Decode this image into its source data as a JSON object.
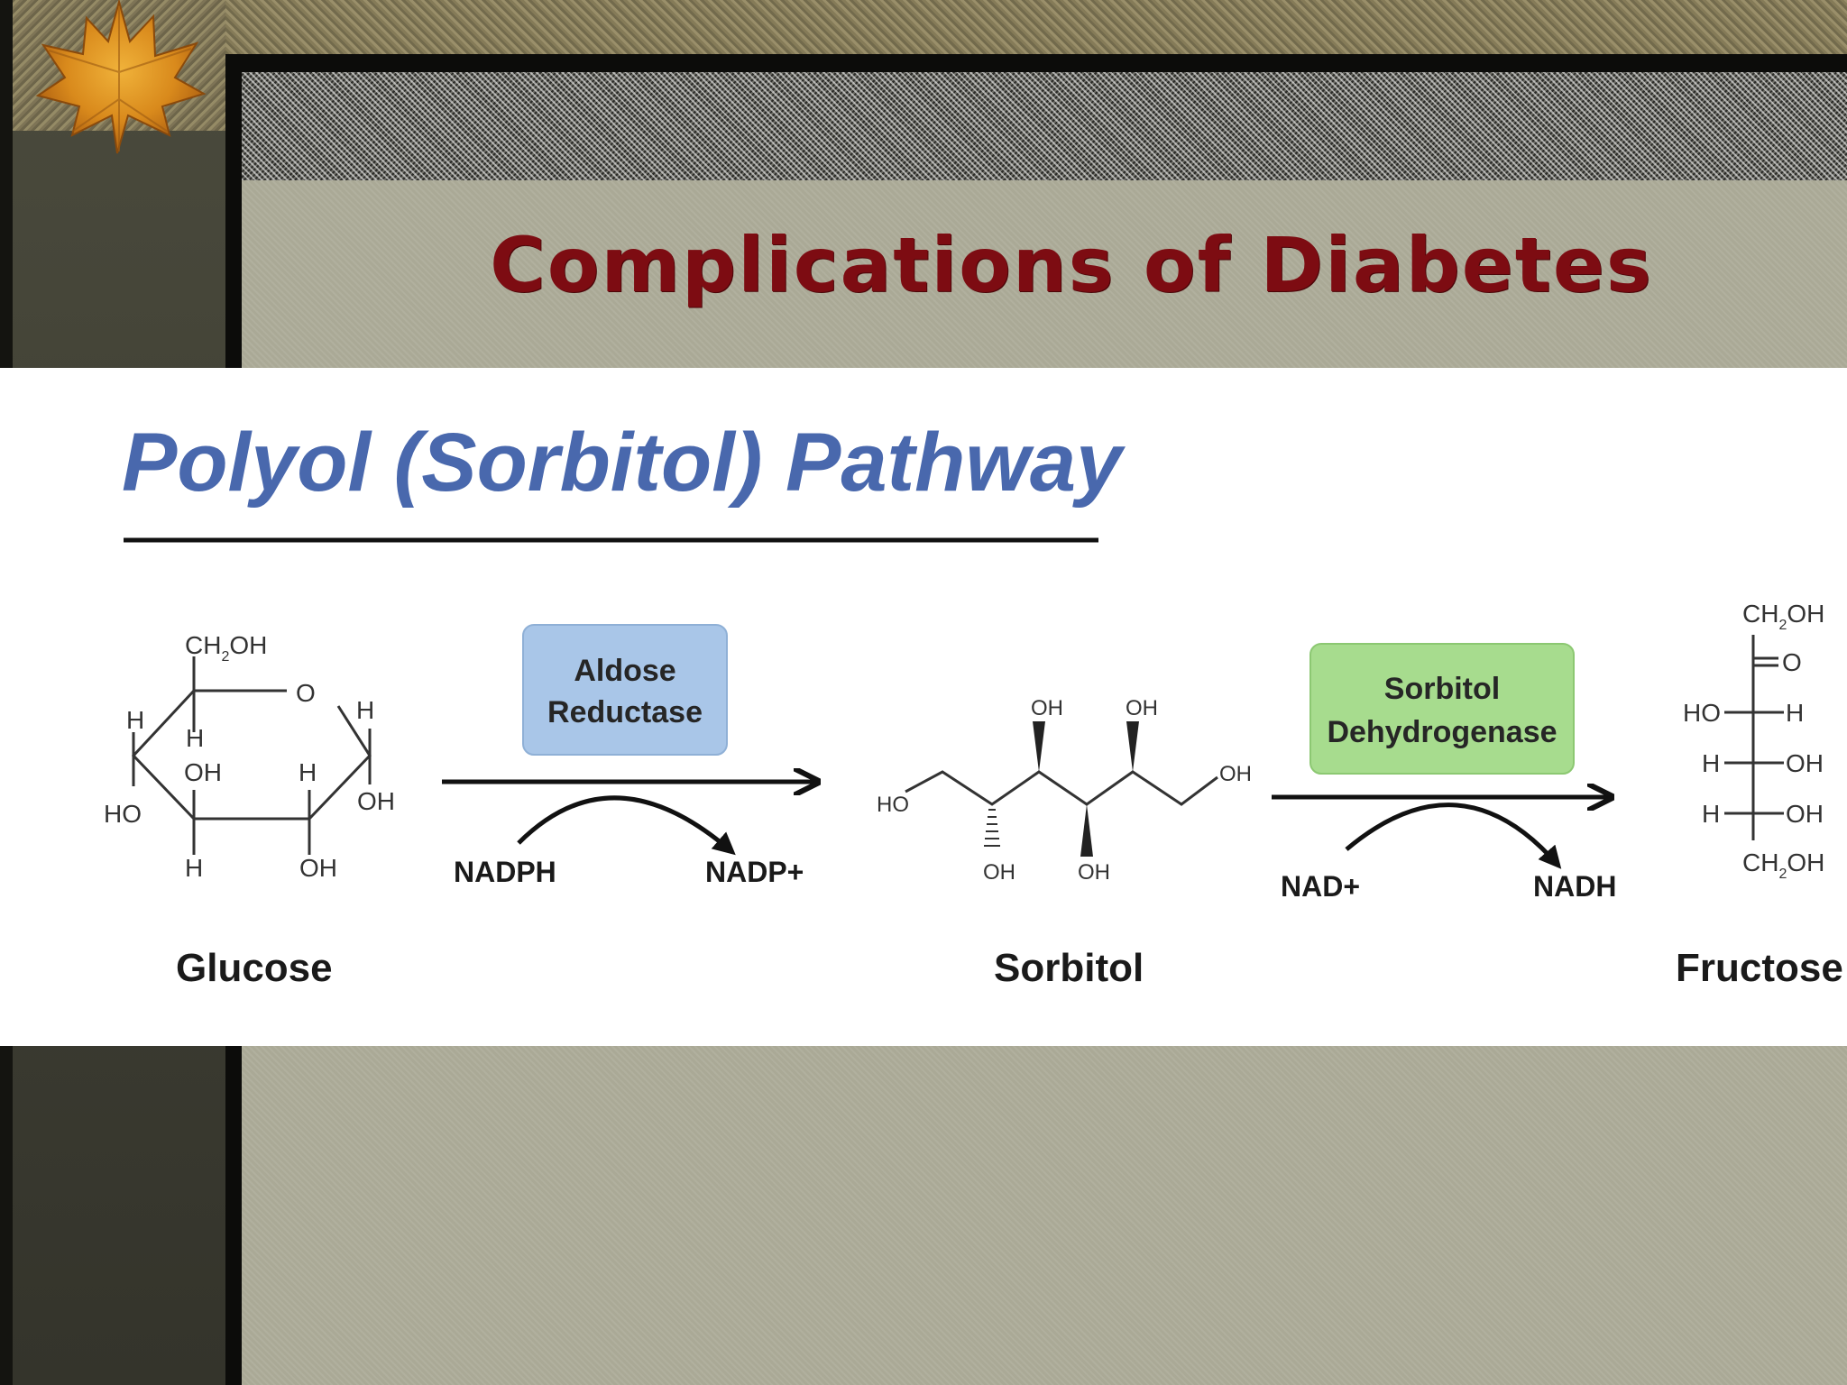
{
  "slide": {
    "title": "Complications of Diabetes",
    "colors": {
      "title": "#7d0c12",
      "pathway_title": "#4968ad",
      "enzyme1_fill": "#a9c6e8",
      "enzyme2_fill": "#a7dc8e"
    },
    "decor": {
      "leaf": "maple-leaf-icon"
    }
  },
  "diagram": {
    "heading": "Polyol (Sorbitol) Pathway",
    "molecules": {
      "glucose": {
        "name": "Glucose",
        "labels": {
          "ch2oh_a": "CH",
          "ch2oh_sub": "2",
          "ch2oh_b": "OH",
          "ring_o": "O",
          "h": "H",
          "oh": "OH",
          "ho": "HO"
        }
      },
      "sorbitol": {
        "name": "Sorbitol",
        "labels": {
          "oh": "OH",
          "ho": "HO"
        }
      },
      "fructose": {
        "name": "Fructose",
        "labels": {
          "ch2oh_a": "CH",
          "ch2oh_sub": "2",
          "ch2oh_b": "OH",
          "ketone_o": "O",
          "h": "H",
          "oh": "OH",
          "ho": "HO"
        }
      }
    },
    "reactions": [
      {
        "enzyme_line1": "Aldose",
        "enzyme_line2": "Reductase",
        "cofactor_in": "NADPH",
        "cofactor_out": "NADP+"
      },
      {
        "enzyme_line1": "Sorbitol",
        "enzyme_line2": "Dehydrogenase",
        "cofactor_in": "NAD+",
        "cofactor_out": "NADH"
      }
    ]
  }
}
